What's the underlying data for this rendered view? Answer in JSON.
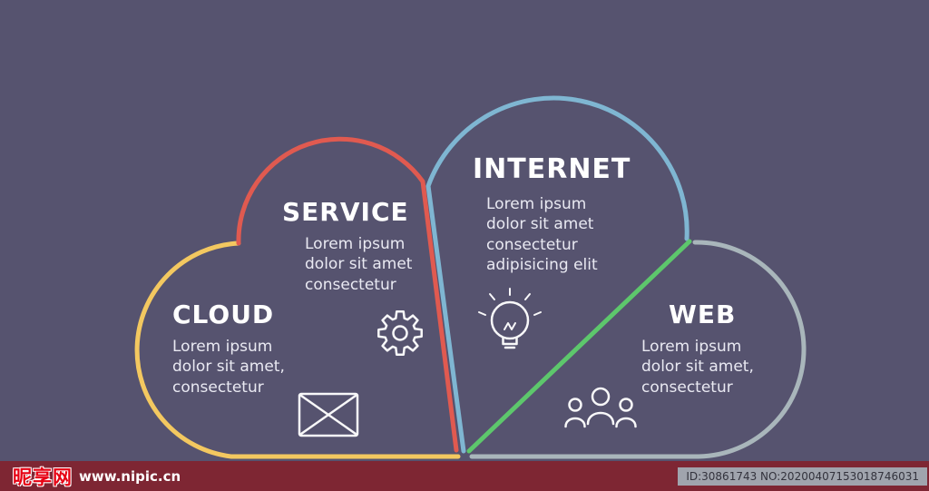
{
  "page": {
    "background_color": "#56536f",
    "title_color": "#ffffff",
    "body_text_color": "#e9e9f2"
  },
  "segments": [
    {
      "id": "cloud",
      "title": "CLOUD",
      "body": "Lorem ipsum\ndolor sit amet,\nconsectetur",
      "color": "#f3c860",
      "icon": "envelope-icon"
    },
    {
      "id": "service",
      "title": "SERVICE",
      "body": "Lorem ipsum\ndolor sit amet\nconsectetur",
      "color": "#e05a50",
      "icon": "gear-icon"
    },
    {
      "id": "internet",
      "title": "INTERNET",
      "body": "Lorem ipsum\ndolor sit amet\nconsectetur\nadipisicing elit",
      "color": "#7fb6d2",
      "icon": "lightbulb-icon"
    },
    {
      "id": "web",
      "title": "WEB",
      "body": "Lorem ipsum\ndolor sit amet,\nconsectetur",
      "color": "#a9b6bb",
      "accent_color": "#5dc76c",
      "icon": "users-icon"
    }
  ],
  "watermark": {
    "bar_color": "#7e2633",
    "site_name": "昵享网",
    "site_url": "www.nipic.cn",
    "id_label": "ID:30861743 NO:20200407153018746031"
  }
}
